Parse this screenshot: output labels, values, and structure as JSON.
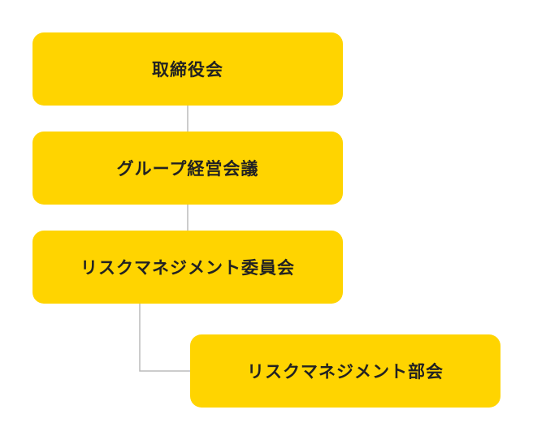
{
  "colors": {
    "box_fill": "#FFD400",
    "text": "#222222",
    "connector": "#BBBBBB"
  },
  "org_chart": {
    "nodes": [
      {
        "id": "board",
        "label": "取締役会"
      },
      {
        "id": "group_management_meeting",
        "label": "グループ経営会議"
      },
      {
        "id": "risk_management_committee",
        "label": "リスクマネジメント委員会"
      },
      {
        "id": "risk_management_department",
        "label": "リスクマネジメント部会"
      }
    ],
    "edges": [
      {
        "from": "board",
        "to": "group_management_meeting"
      },
      {
        "from": "group_management_meeting",
        "to": "risk_management_committee"
      },
      {
        "from": "risk_management_committee",
        "to": "risk_management_department"
      }
    ]
  }
}
